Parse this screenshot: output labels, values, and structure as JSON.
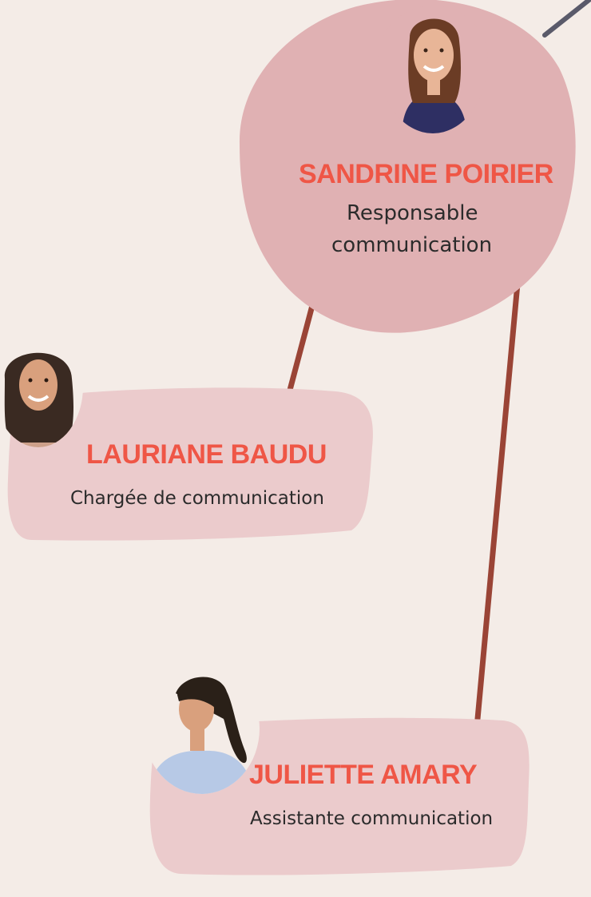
{
  "colors": {
    "background": "#f4ece7",
    "bubble_main": "#e0b1b3",
    "bubble_card": "#ebcbcc",
    "connector": "#9a4436",
    "top_connector": "#5a5a6a",
    "name_color": "#ef5646",
    "role_color": "#2b2b2b"
  },
  "people": [
    {
      "id": "sandrine",
      "name": "SANDRINE POIRIER",
      "role_line1": "Responsable",
      "role_line2": "communication",
      "avatar_icon": "person-photo-icon"
    },
    {
      "id": "lauriane",
      "name": "LAURIANE BAUDU",
      "role": "Chargée de communication",
      "avatar_icon": "person-photo-icon"
    },
    {
      "id": "juliette",
      "name": "JULIETTE AMARY",
      "role": "Assistante communication",
      "avatar_icon": "person-photo-icon"
    }
  ]
}
